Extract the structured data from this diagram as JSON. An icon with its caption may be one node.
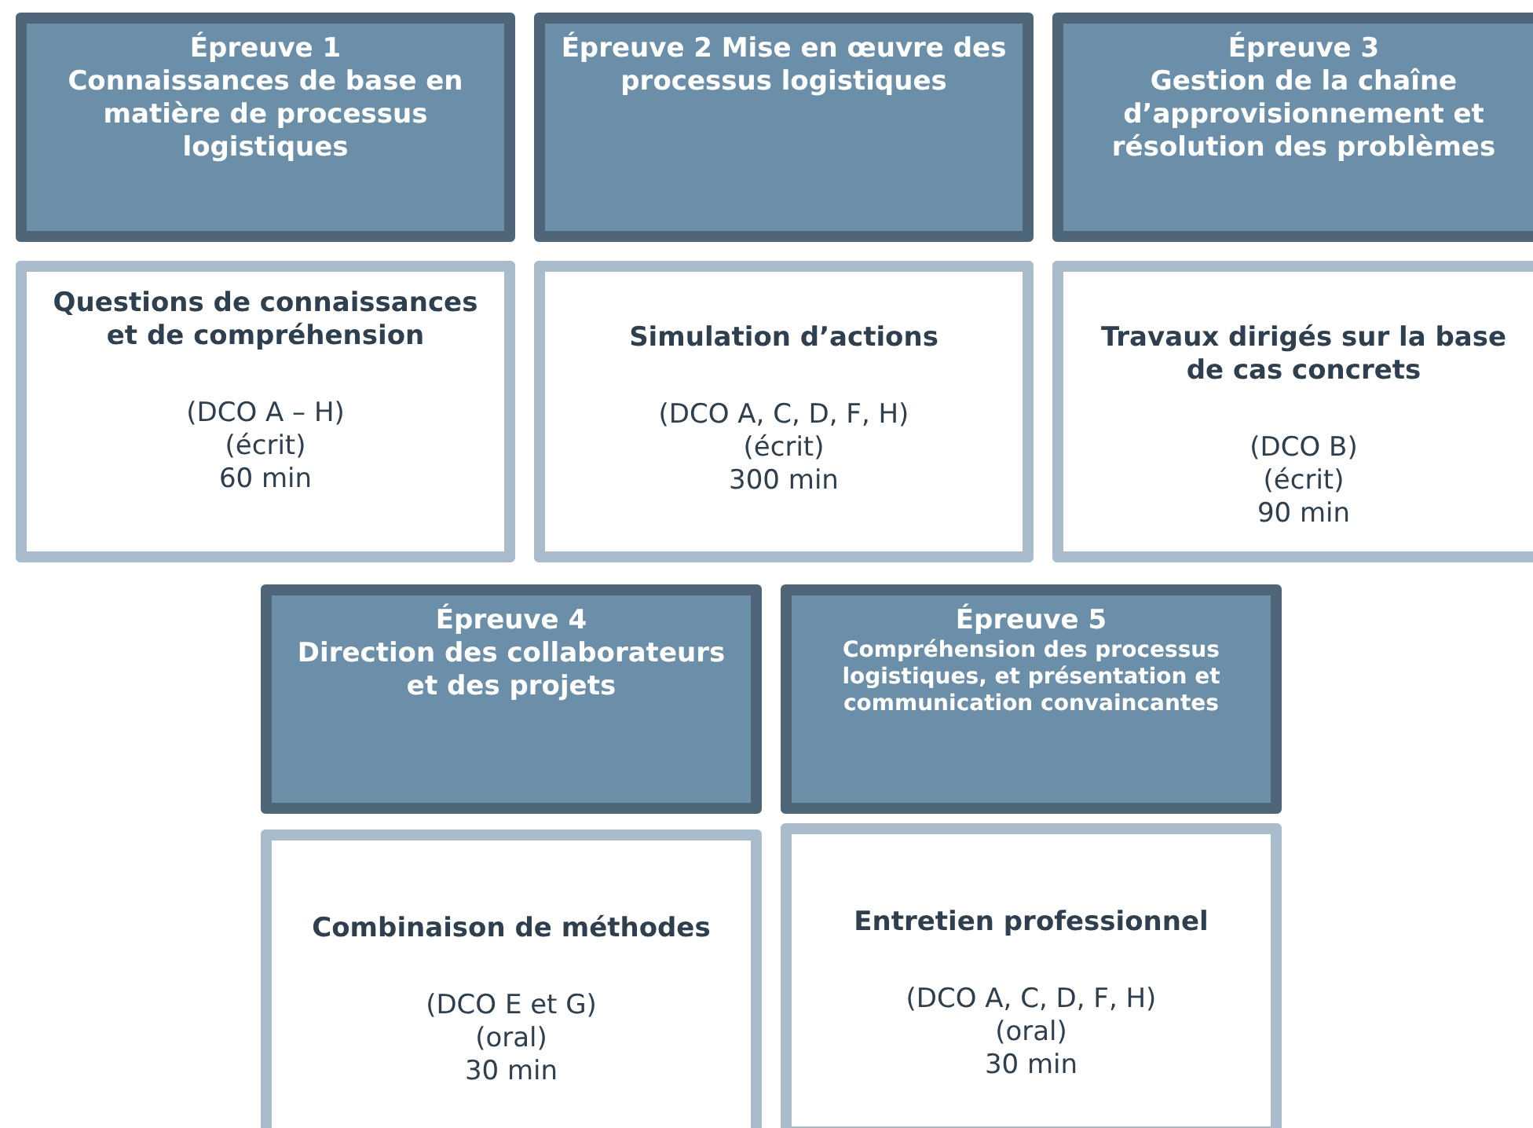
{
  "diagram": {
    "nodes": [
      {
        "text": [
          "Épreuve 1",
          "Connaissances de base en matière de processus logistiques"
        ]
      },
      {
        "text": [
          "Épreuve 2 Mise en œuvre des processus logistiques"
        ]
      },
      {
        "text": [
          "Épreuve 3",
          "Gestion de la chaîne d’approvisionnement et résolution des problèmes"
        ]
      },
      {
        "text": [
          "Questions de connaissances et de compréhension",
          "(DCO A – H)",
          "(écrit)",
          "60 min"
        ]
      },
      {
        "text": [
          "Simulation d’actions",
          "(DCO A, C, D, F, H)",
          "(écrit)",
          "300 min"
        ]
      },
      {
        "text": [
          "Travaux dirigés sur la base de cas concrets",
          "(DCO B)",
          "(écrit)",
          "90 min"
        ]
      },
      {
        "text": [
          "Épreuve 4",
          "Direction des collaborateurs et des projets"
        ]
      },
      {
        "text": [
          "Épreuve 5",
          "Compréhension des processus logistiques, et présentation et communication convaincantes"
        ]
      },
      {
        "text": [
          "Combinaison de méthodes",
          "(DCO E et G)",
          "(oral)",
          "30 min"
        ]
      },
      {
        "text": [
          "Entretien professionnel",
          "(DCO A, C, D, F, H)",
          "(oral)",
          "30 min"
        ]
      }
    ]
  }
}
